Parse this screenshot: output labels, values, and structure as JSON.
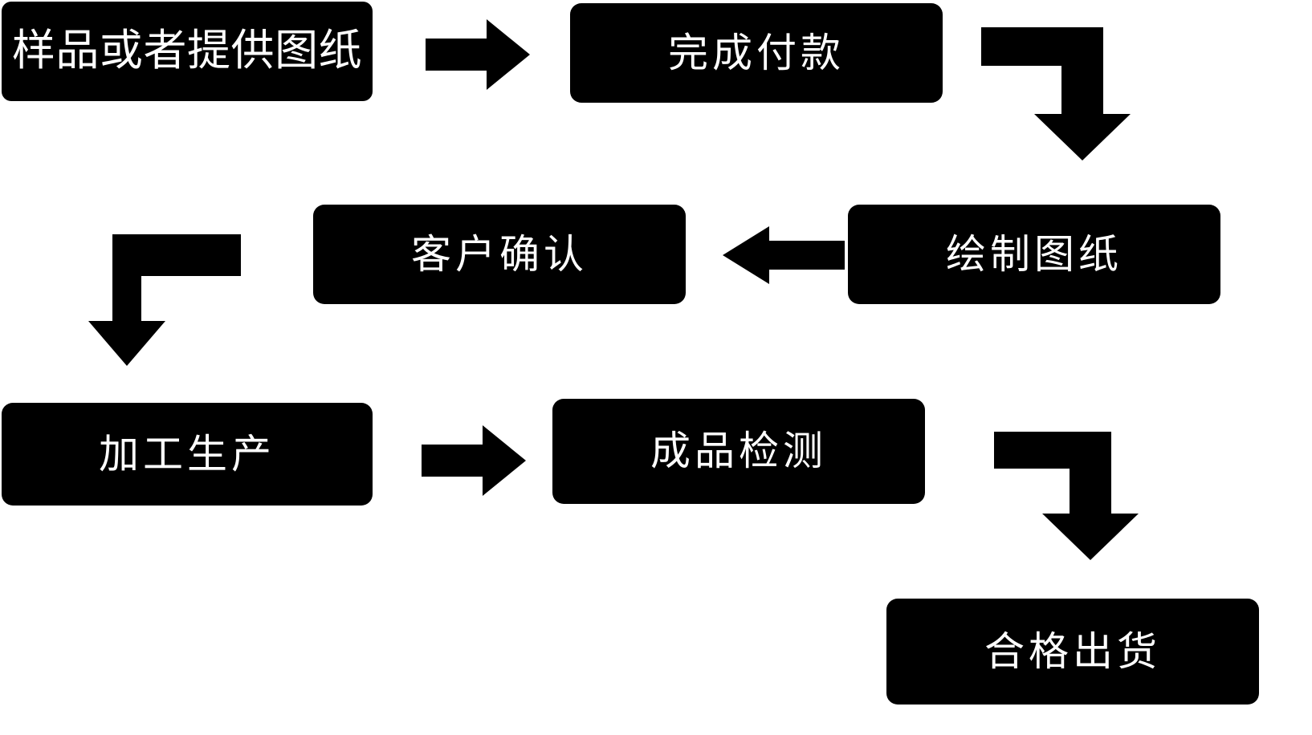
{
  "diagram": {
    "title": "",
    "background_color": "#ffffff",
    "node_fill_color": "#000000",
    "node_text_color": "#ffffff",
    "connector_color": "#000000",
    "nodes": [
      {
        "id": "sample",
        "label": "样品或者提供图纸",
        "row": 1,
        "order": 1
      },
      {
        "id": "payment",
        "label": "完成付款",
        "row": 1,
        "order": 2
      },
      {
        "id": "drawing",
        "label": "绘制图纸",
        "row": 2,
        "order": 1
      },
      {
        "id": "confirm",
        "label": "客户确认",
        "row": 2,
        "order": 2
      },
      {
        "id": "production",
        "label": "加工生产",
        "row": 3,
        "order": 1
      },
      {
        "id": "inspect",
        "label": "成品检测",
        "row": 3,
        "order": 2
      },
      {
        "id": "shipping",
        "label": "合格出货",
        "row": 4,
        "order": 1
      }
    ],
    "connectors": [
      {
        "id": "sample-to-payment",
        "from": "sample",
        "to": "payment",
        "shape": "straight-right"
      },
      {
        "id": "payment-to-drawing",
        "from": "payment",
        "to": "drawing",
        "shape": "elbow-right-down"
      },
      {
        "id": "drawing-to-confirm",
        "from": "drawing",
        "to": "confirm",
        "shape": "straight-left"
      },
      {
        "id": "confirm-to-production",
        "from": "confirm",
        "to": "production",
        "shape": "elbow-left-down"
      },
      {
        "id": "production-to-inspect",
        "from": "production",
        "to": "inspect",
        "shape": "straight-right"
      },
      {
        "id": "inspect-to-shipping",
        "from": "inspect",
        "to": "shipping",
        "shape": "elbow-right-down"
      }
    ]
  }
}
